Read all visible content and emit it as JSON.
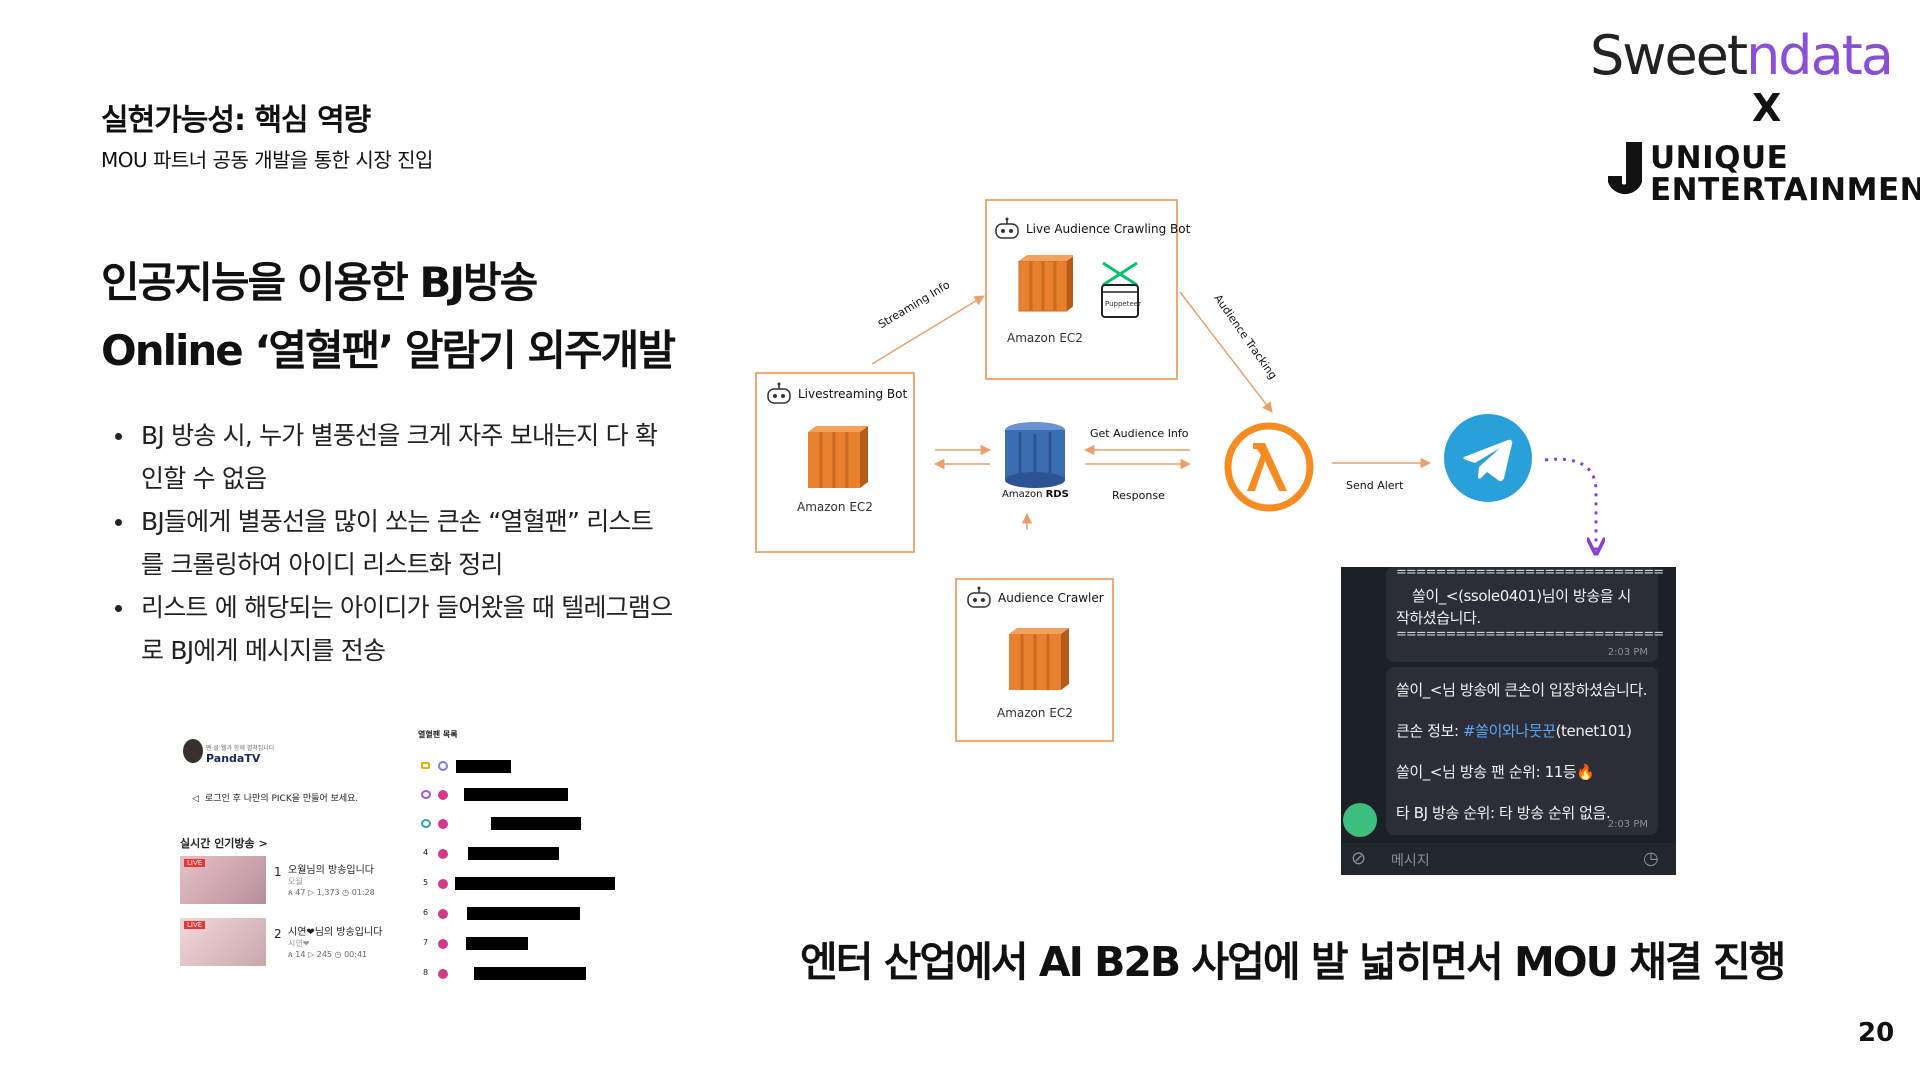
{
  "slide": {
    "section_title": "실현가능성: 핵심 역량",
    "section_subtitle": "MOU 파트너 공동 개발을 통한 시장 진입",
    "headline_line1": "인공지능을 이용한 BJ방송",
    "headline_line2": "Online ‘열혈팬’ 알람기 외주개발",
    "bullets": [
      "BJ 방송 시, 누가 별풍선을 크게 자주 보내는지 다 확인할 수 없음",
      "BJ들에게 별풍선을 많이 쏘는 큰손 “열혈팬” 리스트를 크롤링하여 아이디 리스트화 정리",
      "리스트 에 해당되는 아이디가 들어왔을 때 텔레그램으로 BJ에게 메시지를 전송"
    ],
    "caption": "엔터 산업에서 AI B2B 사업에 발 넓히면서 MOU 채결 진행",
    "page_number": "20"
  },
  "logos": {
    "sweet_part1": "Sweet",
    "sweet_part2": "ndata",
    "x": "X",
    "unique_line1": "UNIQUE",
    "unique_line2": "ENTERTAINMENT"
  },
  "diagram": {
    "live_crawling_bot": "Live Audience Crawling Bot",
    "livestreaming_bot": "Livestreaming Bot",
    "audience_crawler": "Audience Crawler",
    "amazon_ec2": "Amazon EC2",
    "amazon_rds_prefix": "Amazon ",
    "amazon_rds_bold": "RDS",
    "puppeteer": "Puppeteer",
    "streaming_info": "Streaming Info",
    "audience_tracking": "Audience Tracking",
    "get_audience_info": "Get Audience Info",
    "response": "Response",
    "send_alert": "Send Alert"
  },
  "chat": {
    "separator": "===========================",
    "msg1_line1": "쏠이_<(ssole0401)님이 방송을 시",
    "msg1_line2": "작하셨습니다.",
    "time1": "2:03 PM",
    "msg2_line1": "쏠이_<님 방송에 큰손이 입장하셨습니다.",
    "msg2_line2_prefix": "큰손 정보: ",
    "msg2_line2_tag": "#쏠이와나뭇꾼",
    "msg2_line2_suffix": "(tenet101)",
    "msg2_line3": "쏠이_<님 방송 팬 순위: 11등🔥",
    "msg2_line4": "타 BJ 방송 순위: 타 방송 순위 없음.",
    "time2": "2:03 PM",
    "input_placeholder": "메시지"
  },
  "panda": {
    "brand_small": "팬·클·웰과 함께 펼쳐집니다",
    "brand": "PandaTV",
    "login_prompt": "로그인 후 나만의 PICK을 만들어 보세요.",
    "live_heading": "실시간 인기방송  >",
    "live_badge": "LIVE",
    "item1_rank": "1",
    "item1_title": "오월님의 방송입니다",
    "item1_name": "오월",
    "item1_stats": "ጰ 47  ▷ 1,373  ◷ 01:28",
    "item2_rank": "2",
    "item2_title": "시연❤님의 방송입니다",
    "item2_name": "시연❤",
    "item2_stats": "ጰ 14  ▷ 245  ◷ 00:41",
    "fan_list_title": "열혈팬 목록",
    "fan_ranks": [
      "4",
      "5",
      "6",
      "7",
      "8"
    ]
  },
  "colors": {
    "aws_orange": "#e7812f",
    "rds_blue": "#3b6db3",
    "lambda_orange": "#f68c1f",
    "telegram_blue": "#2aa0da",
    "box_border": "#f0a875",
    "arrow_purple": "#8a3fd6",
    "sweet_purple": "#8a4fd6"
  }
}
